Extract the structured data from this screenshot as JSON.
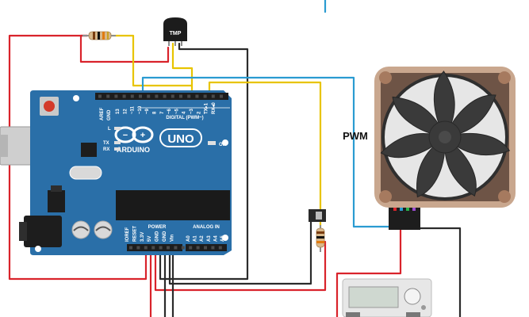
{
  "board": {
    "brand": "ARDUINO",
    "model": "UNO",
    "on_label": "ON",
    "digital_label": "DIGITAL (PWM~)",
    "power_label": "POWER",
    "analog_label": "ANALOG IN",
    "tx_label": "TX",
    "rx_label": "RX",
    "l_label": "L",
    "aref_label": "AREF",
    "gnd_label": "GND",
    "digital_pins": [
      "13",
      "12",
      "~11",
      "~10",
      "~9",
      "8",
      "7",
      "~6",
      "~5",
      "4",
      "~3",
      "2",
      "TX▸1",
      "RX◂0"
    ],
    "power_pins": [
      "IOREF",
      "RESET",
      "3.3V",
      "5V",
      "GND",
      "GND",
      "Vin"
    ],
    "analog_pins": [
      "A0",
      "A1",
      "A2",
      "A3",
      "A4",
      "A5"
    ]
  },
  "sensor": {
    "label": "TMP"
  },
  "fan": {
    "label": "PWM"
  },
  "colors": {
    "board": "#2a6fa8",
    "wire_red": "#d9232b",
    "wire_black": "#2b2b2b",
    "wire_yellow": "#e8c400",
    "wire_blue": "#2a9bd1",
    "fan_frame": "#8a6a55",
    "fan_blade": "#3a3a3a"
  }
}
